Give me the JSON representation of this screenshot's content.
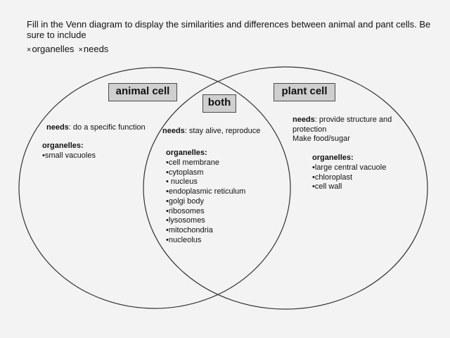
{
  "instructions": "Fill in the Venn diagram to display the similarities and differences between animal and pant cells.  Be sure to include",
  "include": {
    "bullet_symbol": "×",
    "items": [
      "organelles",
      "needs"
    ]
  },
  "circles": {
    "animal": {
      "label": "animal cell"
    },
    "both": {
      "label": "both"
    },
    "plant": {
      "label": "plant cell"
    }
  },
  "animal": {
    "needs_label": "needs",
    "needs_text": ":  do a specific function",
    "organelles_label": "organelles:",
    "organelles": [
      "•small vacuoles"
    ]
  },
  "both": {
    "needs_label": "needs",
    "needs_text": ":  stay alive, reproduce",
    "organelles_label": "organelles:",
    "organelles": [
      "•cell membrane",
      "•cytoplasm",
      "• nucleus",
      "•endoplasmic  reticulum",
      "•golgi body",
      "•ribosomes",
      "•lysosomes",
      "•mitochondria",
      "•nucleolus"
    ]
  },
  "plant": {
    "needs_label": "needs",
    "needs_text": ":  provide structure and",
    "needs_line2": "protection",
    "needs_line3": "Make food/sugar",
    "organelles_label": "organelles:",
    "organelles": [
      "•large central vacuole",
      "•chloroplast",
      "•cell wall"
    ]
  },
  "colors": {
    "background": "#f3f3f3",
    "label_fill": "#cfcfcf",
    "outline": "#333333"
  }
}
